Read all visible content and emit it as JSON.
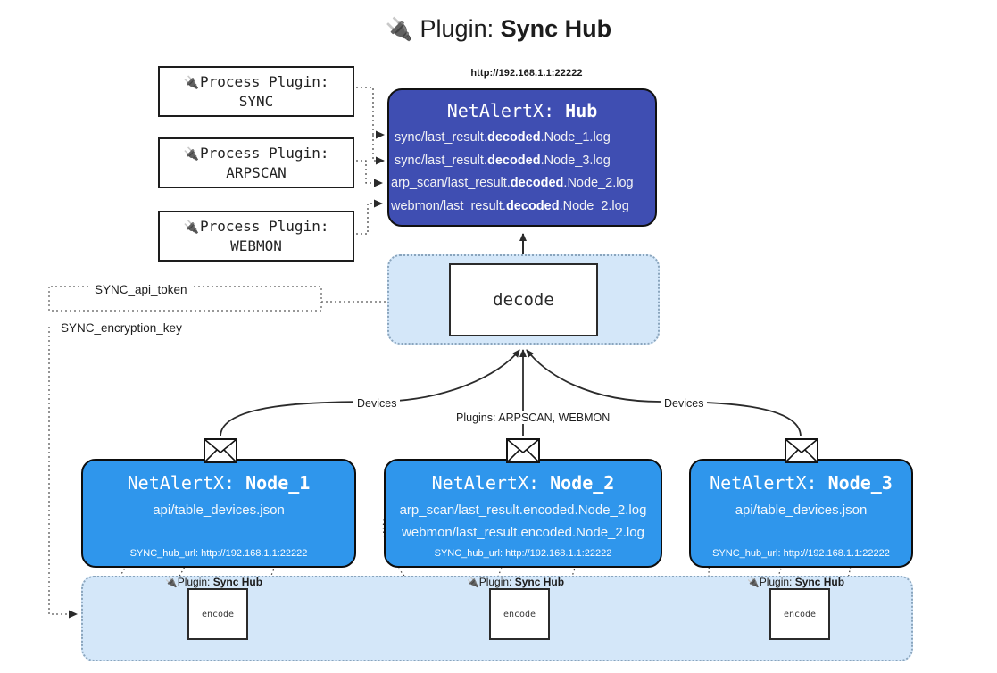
{
  "title": {
    "icon": "plug-icon",
    "prefix": "Plugin: ",
    "name": "Sync Hub"
  },
  "colors": {
    "hub_fill": "#3f4eb2",
    "node_fill": "#2f96ec",
    "container_fill": "#d4e7f9",
    "container_border": "#8aa5bd",
    "stroke": "#111111",
    "page_bg": "#ffffff"
  },
  "process_plugins": [
    {
      "icon": "plug-icon",
      "label": "Process Plugin:",
      "name": "SYNC"
    },
    {
      "icon": "plug-icon",
      "label": "Process Plugin:",
      "name": "ARPSCAN"
    },
    {
      "icon": "plug-icon",
      "label": "Process Plugin:",
      "name": "WEBMON"
    }
  ],
  "hub": {
    "url": "http://192.168.1.1:22222",
    "title_prefix": "NetAlertX: ",
    "title_name": "Hub",
    "files": [
      {
        "pre": "sync/last_result.",
        "em": "decoded",
        "post": ".Node_1.log"
      },
      {
        "pre": "sync/last_result.",
        "em": "decoded",
        "post": ".Node_3.log"
      },
      {
        "pre": "arp_scan/last_result.",
        "em": "decoded",
        "post": ".Node_2.log"
      },
      {
        "pre": "webmon/last_result.",
        "em": "decoded",
        "post": ".Node_2.log"
      }
    ]
  },
  "decode": {
    "label": "decode"
  },
  "tokens": {
    "api_token": "SYNC_api_token",
    "encryption_key": "SYNC_encryption_key"
  },
  "edge_labels": {
    "devices_left": "Devices",
    "devices_right": "Devices",
    "plugins_middle": "Plugins: ARPSCAN, WEBMON"
  },
  "nodes": [
    {
      "title_prefix": "NetAlertX: ",
      "title_name": "Node_1",
      "lines": [
        "api/table_devices.json"
      ],
      "footer": "SYNC_hub_url: http://192.168.1.1:22222",
      "envelope_icon": "envelope-icon"
    },
    {
      "title_prefix": "NetAlertX: ",
      "title_name": "Node_2",
      "lines": [
        "arp_scan/last_result.encoded.Node_2.log",
        "webmon/last_result.encoded.Node_2.log"
      ],
      "footer": "SYNC_hub_url: http://192.168.1.1:22222",
      "envelope_icon": "envelope-icon"
    },
    {
      "title_prefix": "NetAlertX: ",
      "title_name": "Node_3",
      "lines": [
        "api/table_devices.json"
      ],
      "footer": "SYNC_hub_url: http://192.168.1.1:22222",
      "envelope_icon": "envelope-icon"
    }
  ],
  "encoders": [
    {
      "tag_icon": "plug-icon",
      "tag_prefix": "Plugin: ",
      "tag_name": "Sync Hub",
      "label": "encode"
    },
    {
      "tag_icon": "plug-icon",
      "tag_prefix": "Plugin: ",
      "tag_name": "Sync Hub",
      "label": "encode"
    },
    {
      "tag_icon": "plug-icon",
      "tag_prefix": "Plugin: ",
      "tag_name": "Sync Hub",
      "label": "encode"
    }
  ]
}
